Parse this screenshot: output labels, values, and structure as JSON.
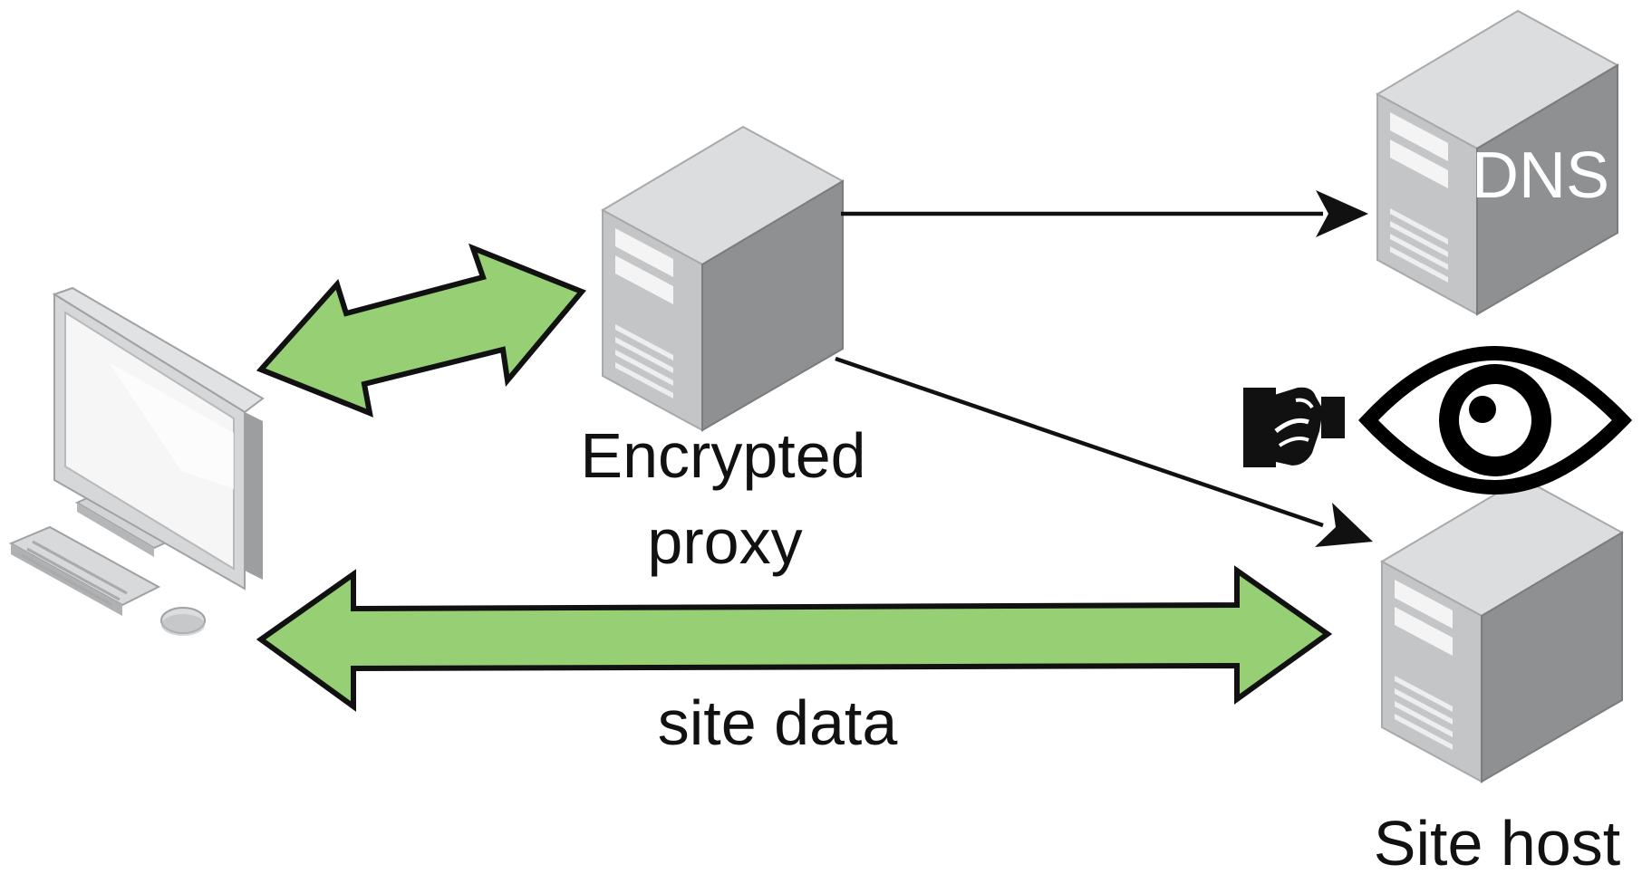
{
  "labels": {
    "proxy_line1": "Encrypted",
    "proxy_line2": "proxy",
    "dns": "DNS",
    "site_data": "site data",
    "site_host": "Site host"
  },
  "icons": {
    "computer": "computer-icon",
    "proxy_server": "server-icon",
    "dns_server": "server-icon",
    "site_host_server": "server-icon",
    "handshake": "handshake-icon",
    "eye": "eye-icon"
  },
  "colors": {
    "arrow_fill": "#96cf74",
    "arrow_stroke": "#111111",
    "server_left": "#c4c5c7",
    "server_right": "#8e9092",
    "server_top": "#dcdddf",
    "line": "#111111"
  }
}
